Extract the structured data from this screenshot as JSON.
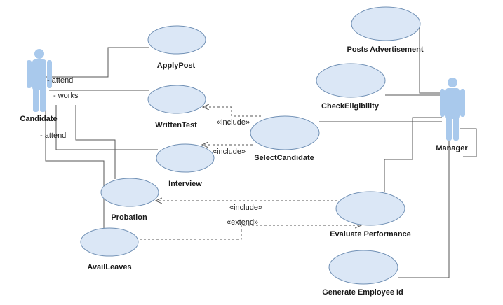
{
  "diagram": {
    "actors": {
      "candidate": "Candidate",
      "manager": "Manager"
    },
    "use_cases": {
      "apply_post": "ApplyPost",
      "written_test": "WrittenTest",
      "interview": "Interview",
      "probation": "Probation",
      "avail_leaves": "AvailLeaves",
      "posts_advertisement": "Posts Advertisement",
      "check_eligibility": "CheckEligibility",
      "select_candidate": "SelectCandidate",
      "evaluate_performance": "Evaluate Performance",
      "generate_employee_id": "Generate Employee Id"
    },
    "relation_labels": {
      "attend_1": "- attend",
      "works": "- works",
      "attend_2": "- attend",
      "include_1": "«include»",
      "include_2": "«include»",
      "include_3": "«include»",
      "extend": "«extend»"
    },
    "colors": {
      "use_case_fill": "#dbe7f6",
      "use_case_stroke": "#6f8fb4",
      "actor_fill": "#a9c9ec",
      "line": "#555555"
    }
  }
}
